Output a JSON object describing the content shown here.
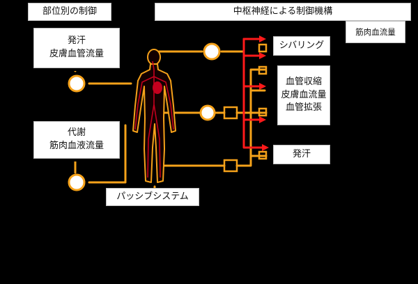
{
  "colors": {
    "orange": "#f5a21a",
    "red": "#ff1a1a",
    "body_dark": "#140000",
    "body_red": "#c4001e"
  },
  "boxes": {
    "local_title": "部位別の制御",
    "central_title": "中枢神経による制御機構",
    "top_right_label": "筋肉血流量",
    "left_upper": [
      "発汗",
      "皮膚血管流量"
    ],
    "left_lower": [
      "代謝",
      "筋肉血液流量"
    ],
    "right_1": [
      "シバリング"
    ],
    "right_2": [
      "血管収縮",
      "皮膚血流量",
      "血管拡張"
    ],
    "right_3": [
      "発汗"
    ],
    "passive": "パッシブシステム"
  },
  "labels": {
    "red_top": "",
    "red_mid": ""
  }
}
